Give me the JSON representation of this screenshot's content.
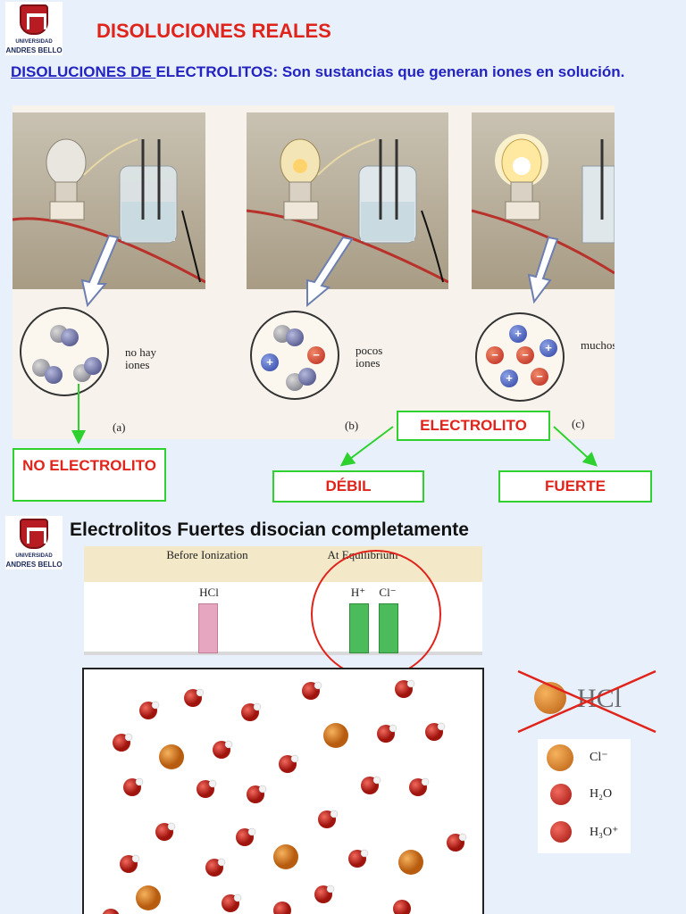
{
  "slide1": {
    "logo": {
      "line1": "UNIVERSIDAD",
      "line2": "ANDRES BELLO"
    },
    "title": "DISOLUCIONES REALES",
    "subtitle_link": "DISOLUCIONES DE ",
    "subtitle_rest": "ELECTROLITOS: Son sustancias que generan iones en solución.",
    "panels": [
      {
        "label": "no hay iones",
        "letter": "(a)"
      },
      {
        "label": "pocos iones",
        "letter": "(b)"
      },
      {
        "label": "muchos iones",
        "letter": "(c)"
      }
    ],
    "boxes": {
      "no_electrolito": "NO ELECTROLITO",
      "electrolito": "ELECTROLITO",
      "debil": "DÉBIL",
      "fuerte": "FUERTE"
    },
    "colors": {
      "title": "#e0241b",
      "subtitle": "#2323c2",
      "box_border": "#2fd12f",
      "arrow": "#2fd12f"
    }
  },
  "slide2": {
    "logo": {
      "line1": "UNIVERSIDAD",
      "line2": "ANDRES BELLO"
    },
    "heading": "Electrolitos Fuertes disocian completamente",
    "before_label": "Before Ionization",
    "before_species": "HCl",
    "after_label": "At Equilibrium",
    "after_species_1": "H⁺",
    "after_species_2": "Cl⁻",
    "crossed_text": "HCl",
    "legend": [
      {
        "name": "cl-icon",
        "label": "Cl⁻"
      },
      {
        "name": "water-icon",
        "label": "H₂O"
      },
      {
        "name": "hydronium-icon",
        "label": "H₃O⁺"
      }
    ],
    "colors": {
      "hcl_bar": "#e6a6bf",
      "ion_bars": "#4cbb5c",
      "circle": "#e0241b",
      "chloride": "#e0821e",
      "water": "#d0281f"
    }
  }
}
